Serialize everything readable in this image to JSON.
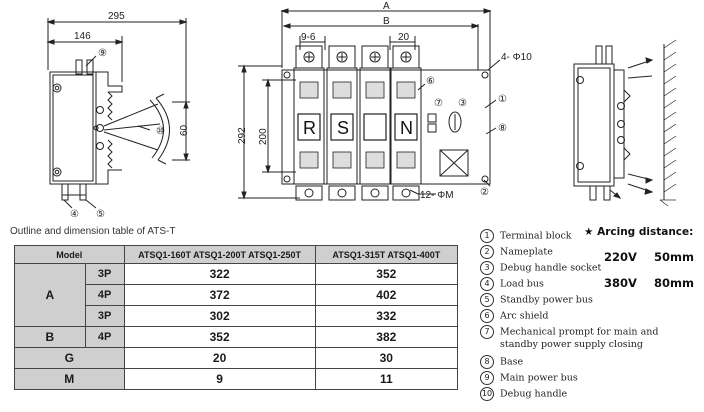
{
  "drawing_labels": {
    "side_width": "295",
    "side_inner": "146",
    "side_label_9": "⑨",
    "side_label_10": "⑩",
    "side_height": "60",
    "side_label_4": "④",
    "side_label_5": "⑤",
    "front_A": "A",
    "front_B": "B",
    "front_9_6": "9-6",
    "front_20": "20",
    "front_hole": "4- Φ10",
    "front_292": "292",
    "front_200": "200",
    "front_12phim": "12- ΦM",
    "front_letters": [
      "R",
      "S",
      "",
      "N"
    ],
    "front_lbl_1": "①",
    "front_lbl_2": "②",
    "front_lbl_3": "③",
    "front_lbl_6": "⑥",
    "front_lbl_7": "⑦",
    "front_lbl_8": "⑧"
  },
  "caption": "Outline and dimension table of ATS-T",
  "table": {
    "header_model": "Model",
    "header_col1": "ATSQ1-160T  ATSQ1-200T  ATSQ1-250T",
    "header_col2": "ATSQ1-315T  ATSQ1-400T",
    "rows": [
      {
        "group": "A",
        "sub": "3P",
        "v1": "322",
        "v2": "352"
      },
      {
        "group": "",
        "sub": "4P",
        "v1": "372",
        "v2": "402"
      },
      {
        "group": "",
        "sub": "3P",
        "v1": "302",
        "v2": "332"
      },
      {
        "group": "B",
        "sub": "4P",
        "v1": "352",
        "v2": "382"
      },
      {
        "group": "G",
        "sub": "",
        "v1": "20",
        "v2": "30"
      },
      {
        "group": "M",
        "sub": "",
        "v1": "9",
        "v2": "11"
      }
    ]
  },
  "legend": [
    {
      "num": "1",
      "text": "Terminal block"
    },
    {
      "num": "2",
      "text": "Nameplate"
    },
    {
      "num": "3",
      "text": "Debug handle socket"
    },
    {
      "num": "4",
      "text": "Load bus"
    },
    {
      "num": "5",
      "text": "Standby power bus"
    },
    {
      "num": "6",
      "text": "Arc shield"
    },
    {
      "num": "7",
      "text": "Mechanical prompt for main and",
      "cont": "standby power supply closing"
    },
    {
      "num": "8",
      "text": "Base"
    },
    {
      "num": "9",
      "text": "Main power bus"
    },
    {
      "num": "10",
      "text": "Debug handle"
    }
  ],
  "arcing": {
    "star": "★",
    "title": "Arcing distance:",
    "rows": [
      {
        "voltage": "220V",
        "distance": "50mm"
      },
      {
        "voltage": "380V",
        "distance": "80mm"
      }
    ]
  }
}
